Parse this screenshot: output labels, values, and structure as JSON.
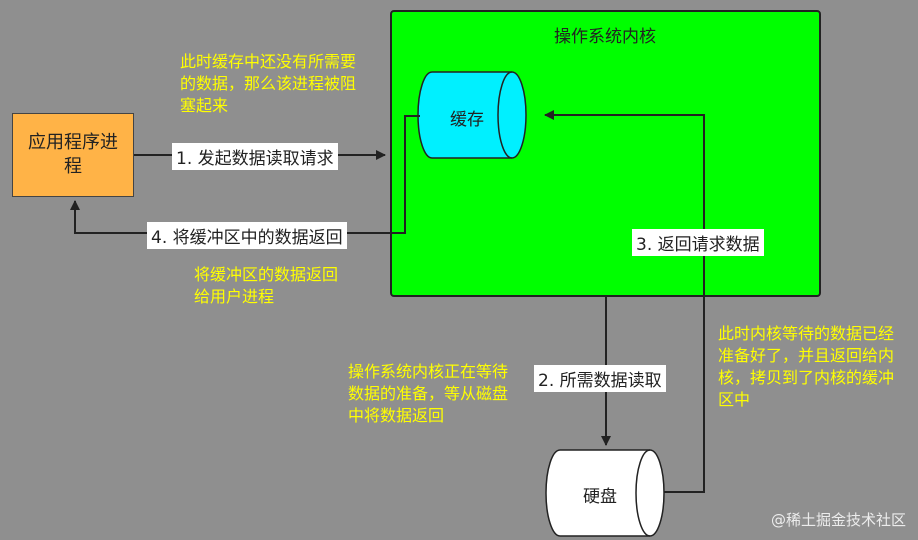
{
  "kernel": {
    "title": "操作系统内核"
  },
  "nodes": {
    "app": "应用程序进程",
    "cache": "缓存",
    "disk": "硬盘"
  },
  "edges": {
    "e1": "1. 发起数据读取请求",
    "e2": "2. 所需数据读取",
    "e3": "3. 返回请求数据",
    "e4": "4. 将缓冲区中的数据返回"
  },
  "notes": {
    "n1": "此时缓存中还没有所需要的数据，那么该进程被阻塞起来",
    "n2": "将缓冲区的数据返回给用户进程",
    "n3": "操作系统内核正在等待数据的准备，等从磁盘中将数据返回",
    "n4": "此时内核等待的数据已经准备好了，并且返回给内核，拷贝到了内核的缓冲区中"
  },
  "watermark": "@稀土掘金技术社区",
  "colors": {
    "background": "#8f8f8f",
    "kernel": "#00ff00",
    "app": "#ffb347",
    "cache": "#00f0ff",
    "disk": "#ffffff",
    "note_text": "#ffff00"
  }
}
